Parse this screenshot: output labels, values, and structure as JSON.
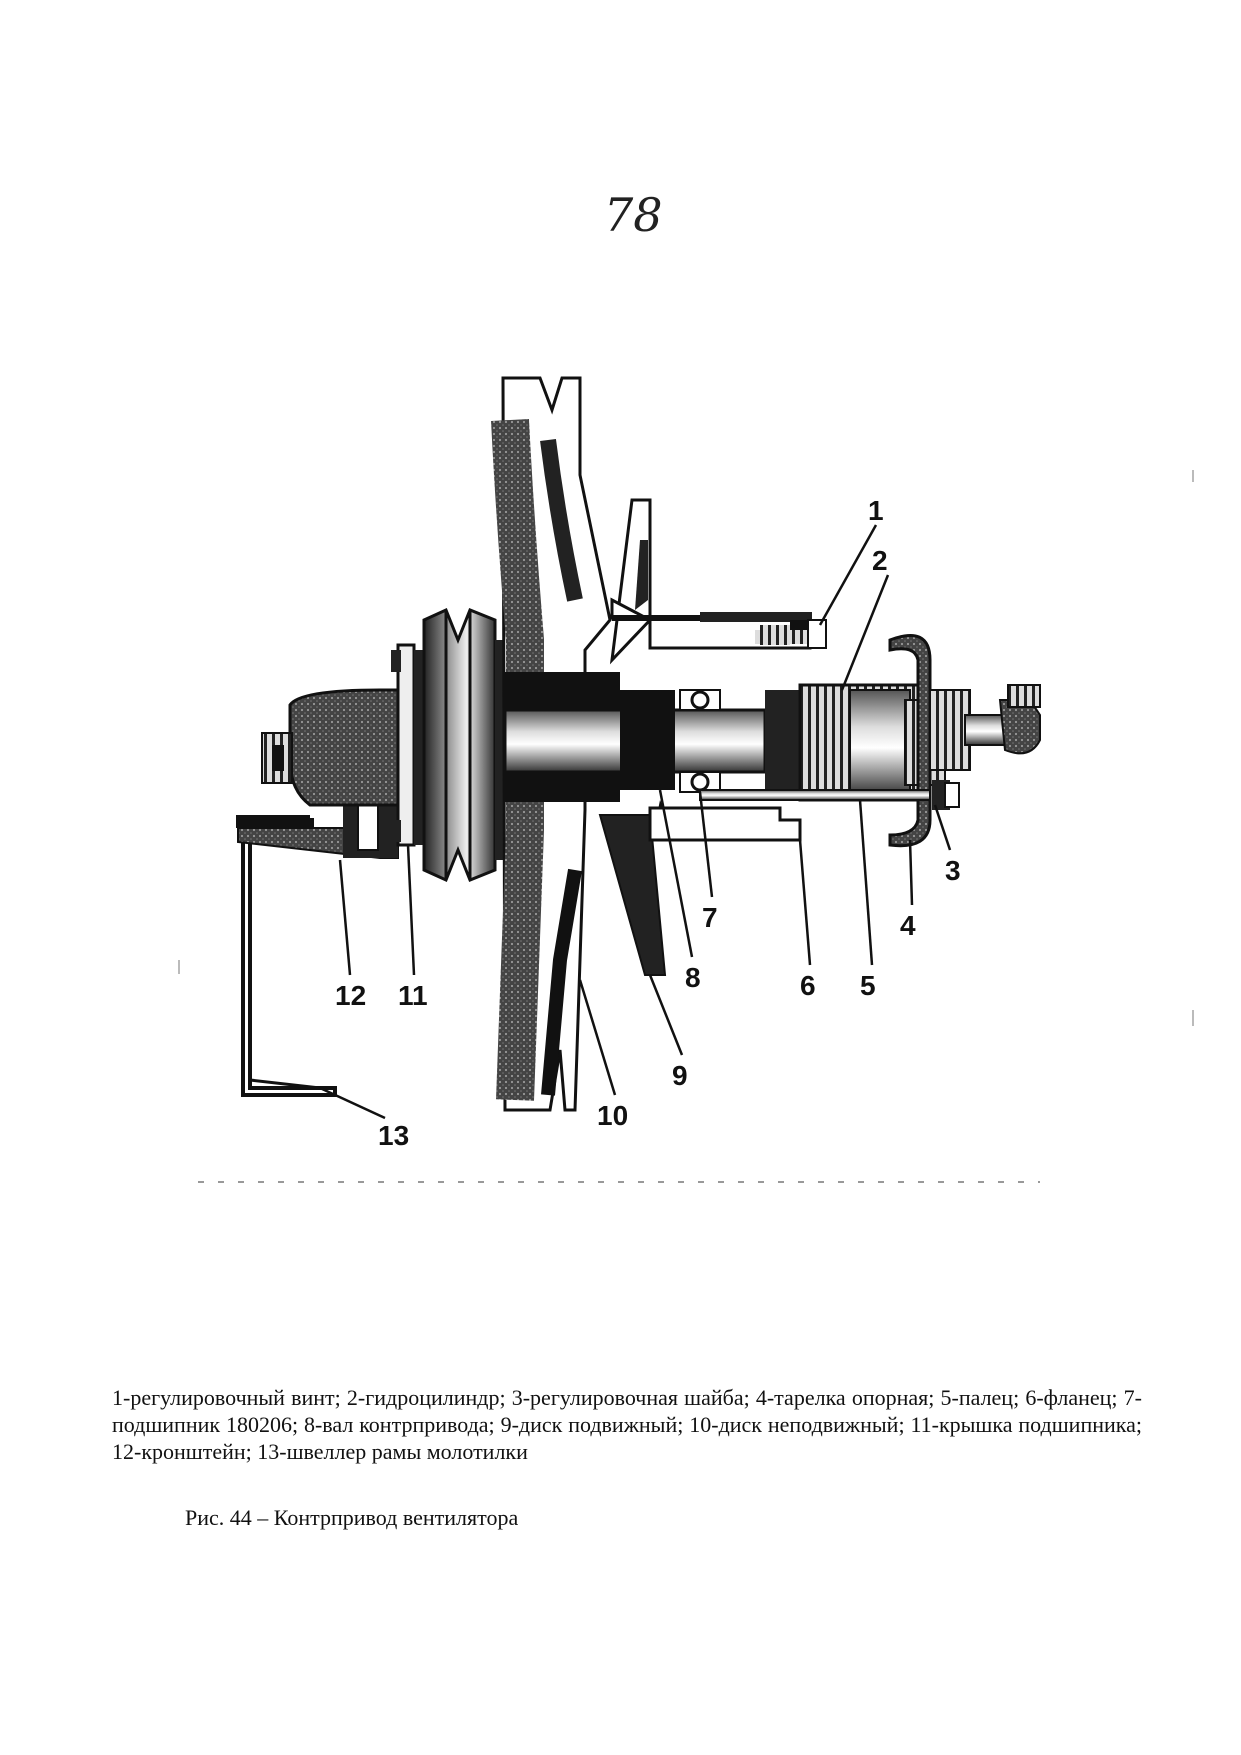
{
  "page_number": "78",
  "callouts": [
    "1",
    "2",
    "3",
    "4",
    "5",
    "6",
    "7",
    "8",
    "9",
    "10",
    "11",
    "12",
    "13"
  ],
  "legend": "1-регулировочный винт; 2-гидроцилиндр; 3-регулировочная шайба; 4-тарелка опорная; 5-палец; 6-фланец; 7-подшипник 180206; 8-вал контрпривода; 9-диск подвижный; 10-диск неподвижный; 11-крышка подшипника; 12-кронштейн; 13-швеллер рамы молотилки",
  "figure_caption": "Рис. 44 – Контрпривод вентилятора"
}
